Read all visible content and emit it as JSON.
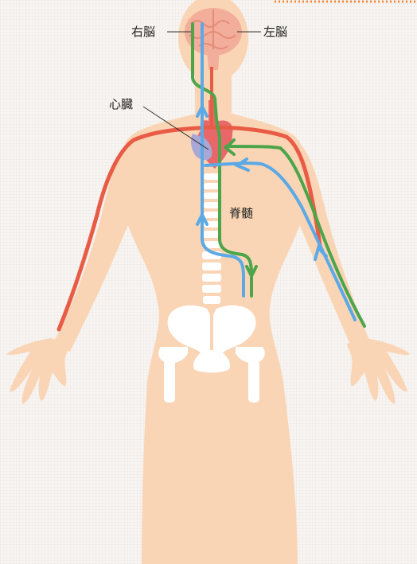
{
  "labels": {
    "right_brain": "右脳",
    "left_brain": "左脳",
    "heart": "心臓",
    "spinal_cord": "脊髄"
  },
  "colors": {
    "background": "#f7f4f1",
    "skin": "#fad5b5",
    "bone": "#ffffff",
    "brain": "#f3ad9b",
    "artery": "#e85b45",
    "nerve_green": "#4ca54a",
    "nerve_blue": "#5ba9e6",
    "heart_red": "#e8686a",
    "heart_blue": "#a9a7d6",
    "leader_line": "#333333",
    "top_border": "#f28a3c"
  },
  "icons": {
    "pathway_arrow": "arrowhead-icon"
  }
}
